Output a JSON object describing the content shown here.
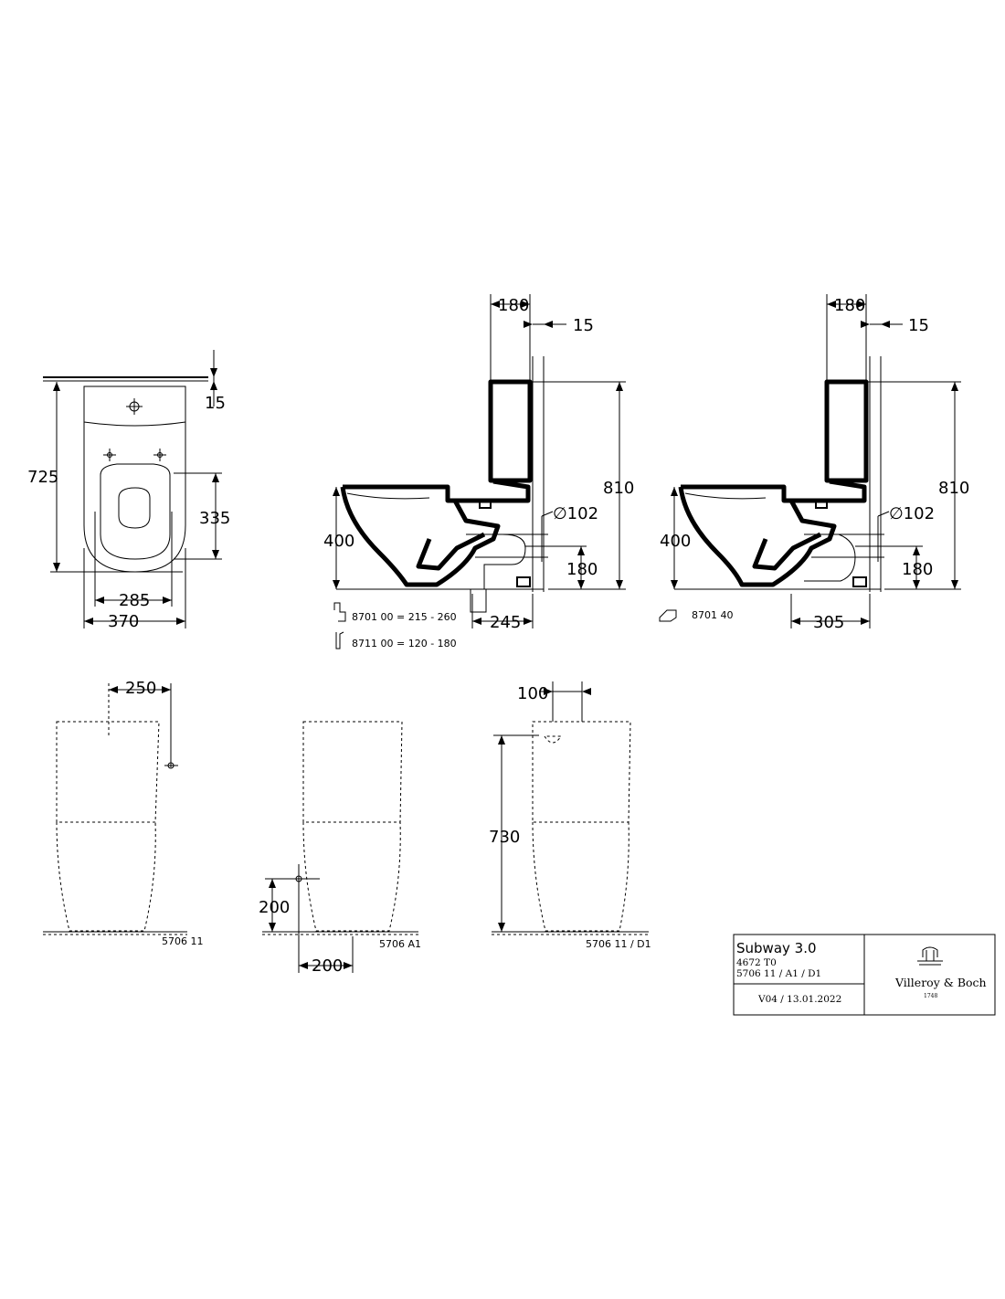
{
  "top_view": {
    "dims": {
      "height_total": "725",
      "wall_gap": "15",
      "seat_depth": "335",
      "hole_spacing": "285",
      "width": "370"
    }
  },
  "side_view_1": {
    "dims": {
      "tank_depth": "180",
      "wall_gap": "15",
      "height": "810",
      "bowl_height": "400",
      "pipe_diameter": "∅102",
      "outlet_height": "180",
      "outlet_distance": "245"
    },
    "notes": [
      "8701 00 = 215 - 260",
      "8711 00 = 120 - 180"
    ]
  },
  "side_view_2": {
    "dims": {
      "tank_depth": "180",
      "wall_gap": "15",
      "height": "810",
      "bowl_height": "400",
      "pipe_diameter": "∅102",
      "outlet_height": "180",
      "outlet_distance": "305"
    },
    "notes": [
      "8701 40"
    ]
  },
  "front_view_1": {
    "dims": {
      "offset": "250"
    },
    "code": "5706 11"
  },
  "front_view_2": {
    "dims": {
      "height": "200",
      "offset": "200"
    },
    "code": "5706 A1"
  },
  "front_view_3": {
    "dims": {
      "offset": "100",
      "height": "730"
    },
    "code": "5706 11 / D1"
  },
  "title_block": {
    "product": "Subway 3.0",
    "codes_1": "4672 T0",
    "codes_2": "5706 11 / A1 / D1",
    "version": "V04 / 13.01.2022",
    "brand": "Villeroy & Boch",
    "brand_year": "1748"
  }
}
